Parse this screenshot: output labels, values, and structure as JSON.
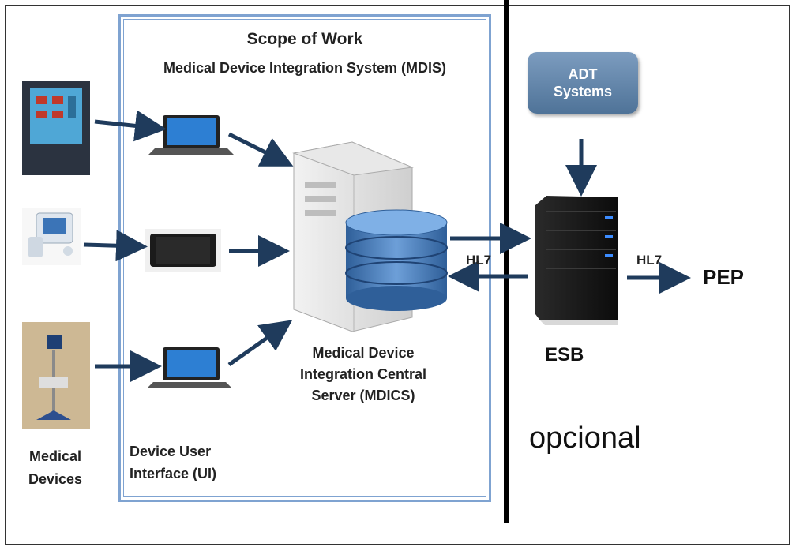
{
  "scope": {
    "title": "Scope of Work",
    "subtitle": "Medical Device Integration System (MDIS)"
  },
  "server_label": [
    "Medical Device",
    "Integration Central",
    "Server (MDICS)"
  ],
  "device_ui_label": [
    "Device User",
    "Interface (UI)"
  ],
  "medical_devices_label": [
    "Medical",
    "Devices"
  ],
  "adt_label": [
    "ADT",
    "Systems"
  ],
  "hl7_left": "HL7",
  "hl7_right": "HL7",
  "esb_label": "ESB",
  "pep_label": "PEP",
  "optional_label": "opcional",
  "colors": {
    "arrow": "#1f3b5c",
    "scope_border": "#7fa3d1",
    "db": "#4a7bb5"
  }
}
